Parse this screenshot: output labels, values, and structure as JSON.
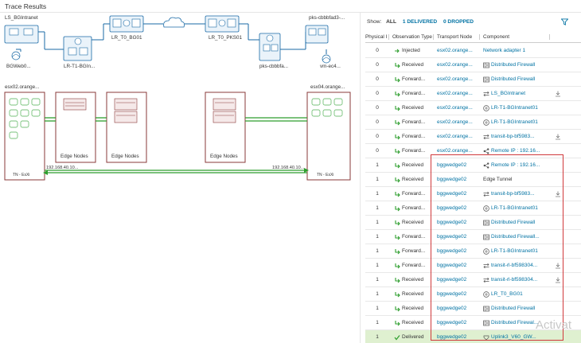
{
  "header": {
    "title": "Trace Results"
  },
  "diagram": {
    "labels": {
      "ls_bg": "LS_BGIntranet",
      "bgweb": "BGWeb0...",
      "lr_t1": "LR-T1-BGIn...",
      "lr_t0_bg": "LR_T0_BG01",
      "lr_t0_pks": "LR_T0_PKS01",
      "pks_top": "pks-cbbbfad3-...",
      "pks_mid": "pks-cbbbfa...",
      "vm_ec4": "vm-ec4...",
      "esx02": "esx02.orange...",
      "esx04": "esx04.orange...",
      "edge1": "Edge Nodes",
      "edge2": "Edge Nodes",
      "edge3": "Edge Nodes",
      "tn_left": "TN - EsXi",
      "tn_right": "TN - EsXi",
      "ip_left": "192.168.40.10...",
      "ip_right": "192.168.40.10..."
    }
  },
  "panel": {
    "show_label": "Show:",
    "show_all": "ALL",
    "show_delivered": "1 DELIVERED",
    "show_dropped": "0 DROPPED",
    "columns": [
      "Physical I",
      "Observation Type",
      "Transport Node",
      "Component"
    ],
    "rows": [
      {
        "phys": "0",
        "obs": "Injected",
        "obs_icon": "injected-icon",
        "node": "esx02.orange...",
        "comp": "Network adapter 1",
        "comp_icon": "",
        "download": false
      },
      {
        "phys": "0",
        "obs": "Received",
        "obs_icon": "received-icon",
        "node": "esx02.orange...",
        "comp": "Distributed Firewall",
        "comp_icon": "firewall-icon",
        "download": false
      },
      {
        "phys": "0",
        "obs": "Forward...",
        "obs_icon": "forwarded-icon",
        "node": "esx02.orange...",
        "comp": "Distributed Firewall",
        "comp_icon": "firewall-icon",
        "download": false
      },
      {
        "phys": "0",
        "obs": "Forward...",
        "obs_icon": "forwarded-icon",
        "node": "esx02.orange...",
        "comp": "LS_BGIntranet",
        "comp_icon": "switch-icon",
        "download": true
      },
      {
        "phys": "0",
        "obs": "Received",
        "obs_icon": "received-icon",
        "node": "esx02.orange...",
        "comp": "LR-T1-BGIntranet01",
        "comp_icon": "router-icon",
        "download": false
      },
      {
        "phys": "0",
        "obs": "Forward...",
        "obs_icon": "forwarded-icon",
        "node": "esx02.orange...",
        "comp": "LR-T1-BGIntranet01",
        "comp_icon": "router-icon",
        "download": false
      },
      {
        "phys": "0",
        "obs": "Forward...",
        "obs_icon": "forwarded-icon",
        "node": "esx02.orange...",
        "comp": "transit-bp-bf5983...",
        "comp_icon": "switch-icon",
        "download": true
      },
      {
        "phys": "0",
        "obs": "Forward...",
        "obs_icon": "forwarded-icon",
        "node": "esx02.orange...",
        "comp": "Remote IP : 192.16...",
        "comp_icon": "share-icon",
        "download": false
      },
      {
        "phys": "1",
        "obs": "Received",
        "obs_icon": "received-icon",
        "node": "bggwedge02",
        "comp": "Remote IP : 192.16...",
        "comp_icon": "share-icon",
        "download": false
      },
      {
        "phys": "1",
        "obs": "Received",
        "obs_icon": "received-icon",
        "node": "bggwedge02",
        "comp": "Edge Tunnel",
        "comp_icon": "",
        "download": false,
        "plain": true
      },
      {
        "phys": "1",
        "obs": "Forward...",
        "obs_icon": "forwarded-icon",
        "node": "bggwedge02",
        "comp": "transit-bp-bf5983...",
        "comp_icon": "switch-icon",
        "download": true
      },
      {
        "phys": "1",
        "obs": "Forward...",
        "obs_icon": "forwarded-icon",
        "node": "bggwedge02",
        "comp": "LR-T1-BGIntranet01",
        "comp_icon": "router-icon",
        "download": false
      },
      {
        "phys": "1",
        "obs": "Received",
        "obs_icon": "received-icon",
        "node": "bggwedge02",
        "comp": "Distributed Firewall",
        "comp_icon": "firewall-icon",
        "download": false
      },
      {
        "phys": "1",
        "obs": "Forward...",
        "obs_icon": "forwarded-icon",
        "node": "bggwedge02",
        "comp": "Distributed Firewall...",
        "comp_icon": "firewall-icon",
        "download": false
      },
      {
        "phys": "1",
        "obs": "Forward...",
        "obs_icon": "forwarded-icon",
        "node": "bggwedge02",
        "comp": "LR-T1-BGIntranet01",
        "comp_icon": "router-icon",
        "download": false
      },
      {
        "phys": "1",
        "obs": "Forward...",
        "obs_icon": "forwarded-icon",
        "node": "bggwedge02",
        "comp": "transit-rl-bf598304...",
        "comp_icon": "switch-icon",
        "download": true
      },
      {
        "phys": "1",
        "obs": "Received",
        "obs_icon": "received-icon",
        "node": "bggwedge02",
        "comp": "transit-rl-bf598304...",
        "comp_icon": "switch-icon",
        "download": true
      },
      {
        "phys": "1",
        "obs": "Received",
        "obs_icon": "received-icon",
        "node": "bggwedge02",
        "comp": "LR_T0_BG01",
        "comp_icon": "router-icon",
        "download": false
      },
      {
        "phys": "1",
        "obs": "Received",
        "obs_icon": "received-icon",
        "node": "bggwedge02",
        "comp": "Distributed Firewall",
        "comp_icon": "firewall-icon",
        "download": false
      },
      {
        "phys": "1",
        "obs": "Received",
        "obs_icon": "received-icon",
        "node": "bggwedge02",
        "comp": "Distributed Firewal...",
        "comp_icon": "firewall-icon",
        "download": false
      },
      {
        "phys": "1",
        "obs": "Delivered",
        "obs_icon": "check-icon",
        "node": "bggwedge02",
        "comp": "Uplink3_V60_GW...",
        "comp_icon": "uplink-icon",
        "download": false,
        "delivered": true
      }
    ]
  },
  "watermark": "Activat",
  "colors": {
    "link": "#0072a3",
    "green": "#2e9e2e",
    "highlight": "#d0393b",
    "delivered_bg": "#dff0d0"
  }
}
